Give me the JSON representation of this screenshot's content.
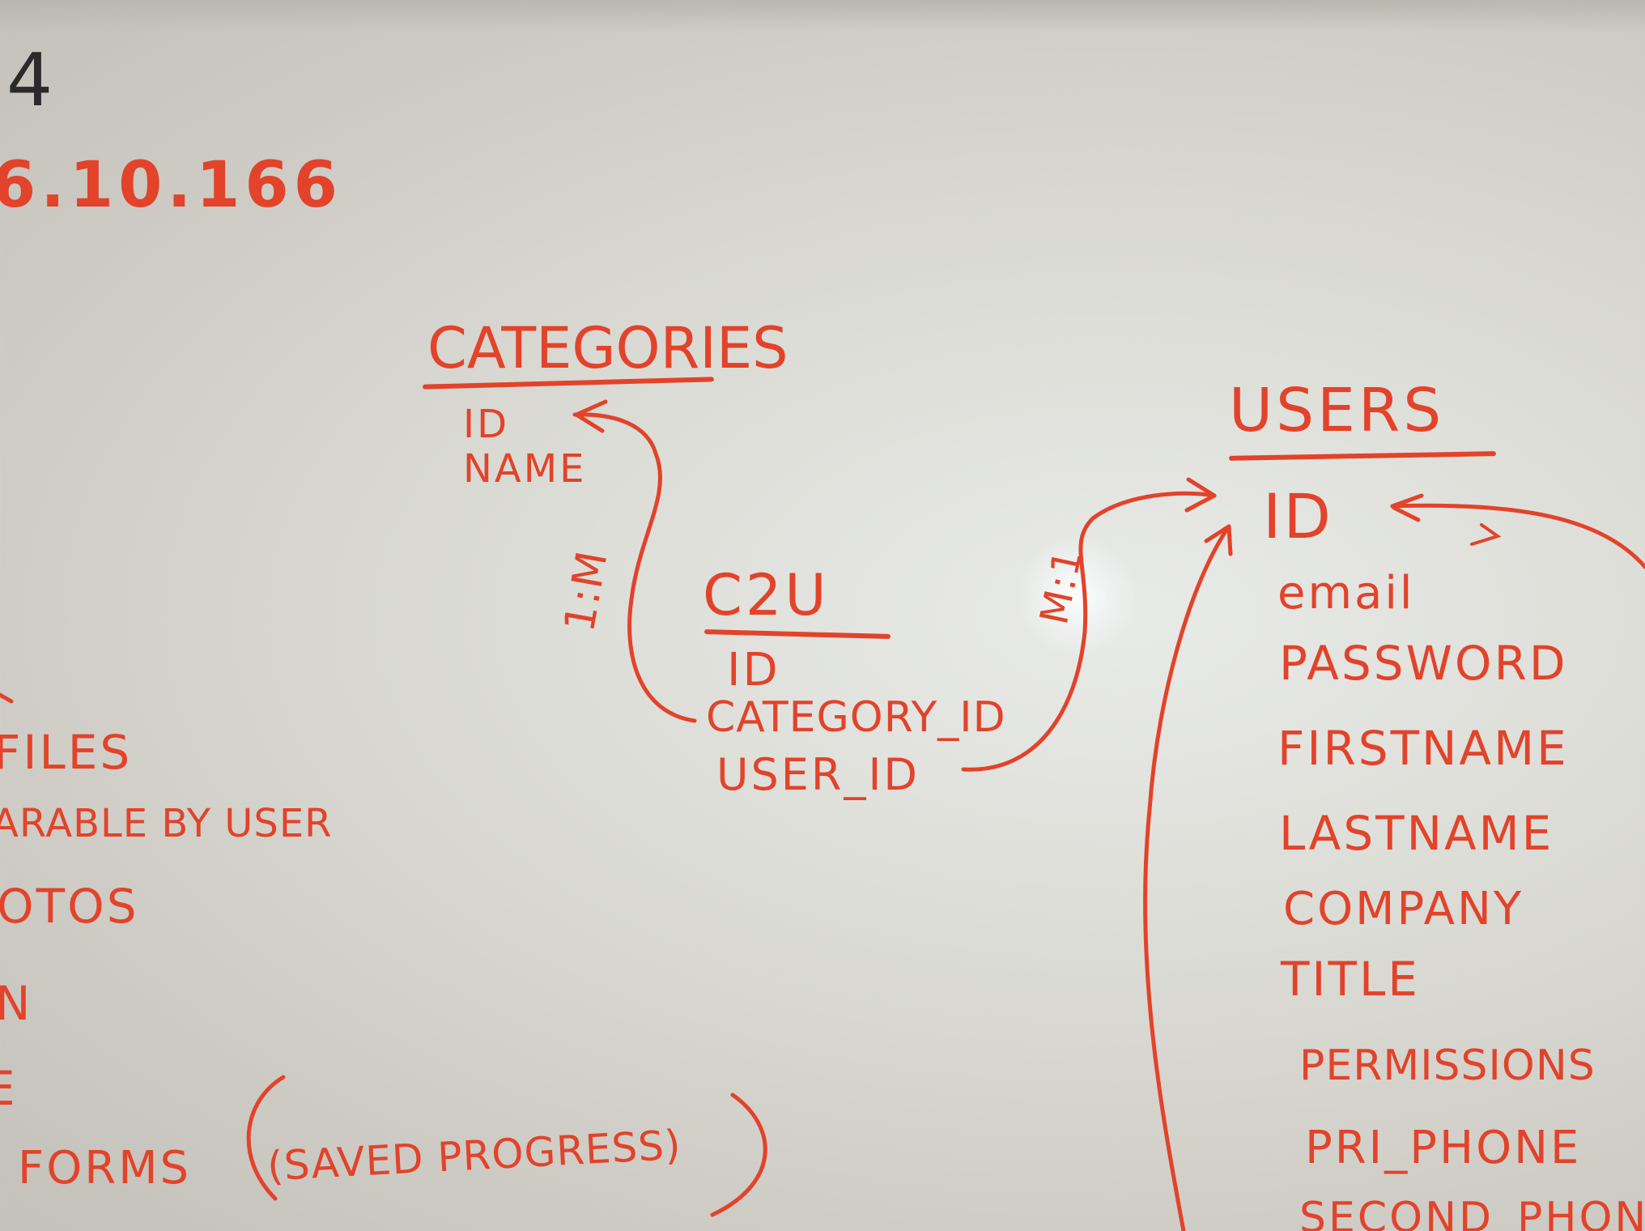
{
  "top_left": {
    "fragment_black": "4",
    "ip_fragment": "6.10.166"
  },
  "categories_table": {
    "title": "CATEGORIES",
    "fields": [
      "ID",
      "NAME"
    ]
  },
  "c2u_table": {
    "title": "C2U",
    "fields": [
      "ID",
      "CATEGORY_ID",
      "USER_ID"
    ]
  },
  "users_table": {
    "title": "USERS",
    "fields": [
      "ID",
      "email",
      "PASSWORD",
      "FIRSTNAME",
      "LASTNAME",
      "COMPANY",
      "TITLE",
      "PERMISSIONS",
      "PRI_PHONE",
      "SECOND_PHONE"
    ]
  },
  "relation_labels": {
    "categories_to_c2u": "1:M",
    "c2u_to_users": "M:1"
  },
  "left_list": {
    "items": [
      "FILES",
      "ARABLE BY USER",
      "OTOS",
      "N",
      "E",
      "FORMS",
      "(SAVED PROGRESS)"
    ]
  },
  "colors": {
    "marker_red": "#e2432a",
    "marker_black": "#2a2a2a",
    "board": "#dcdcd6"
  }
}
